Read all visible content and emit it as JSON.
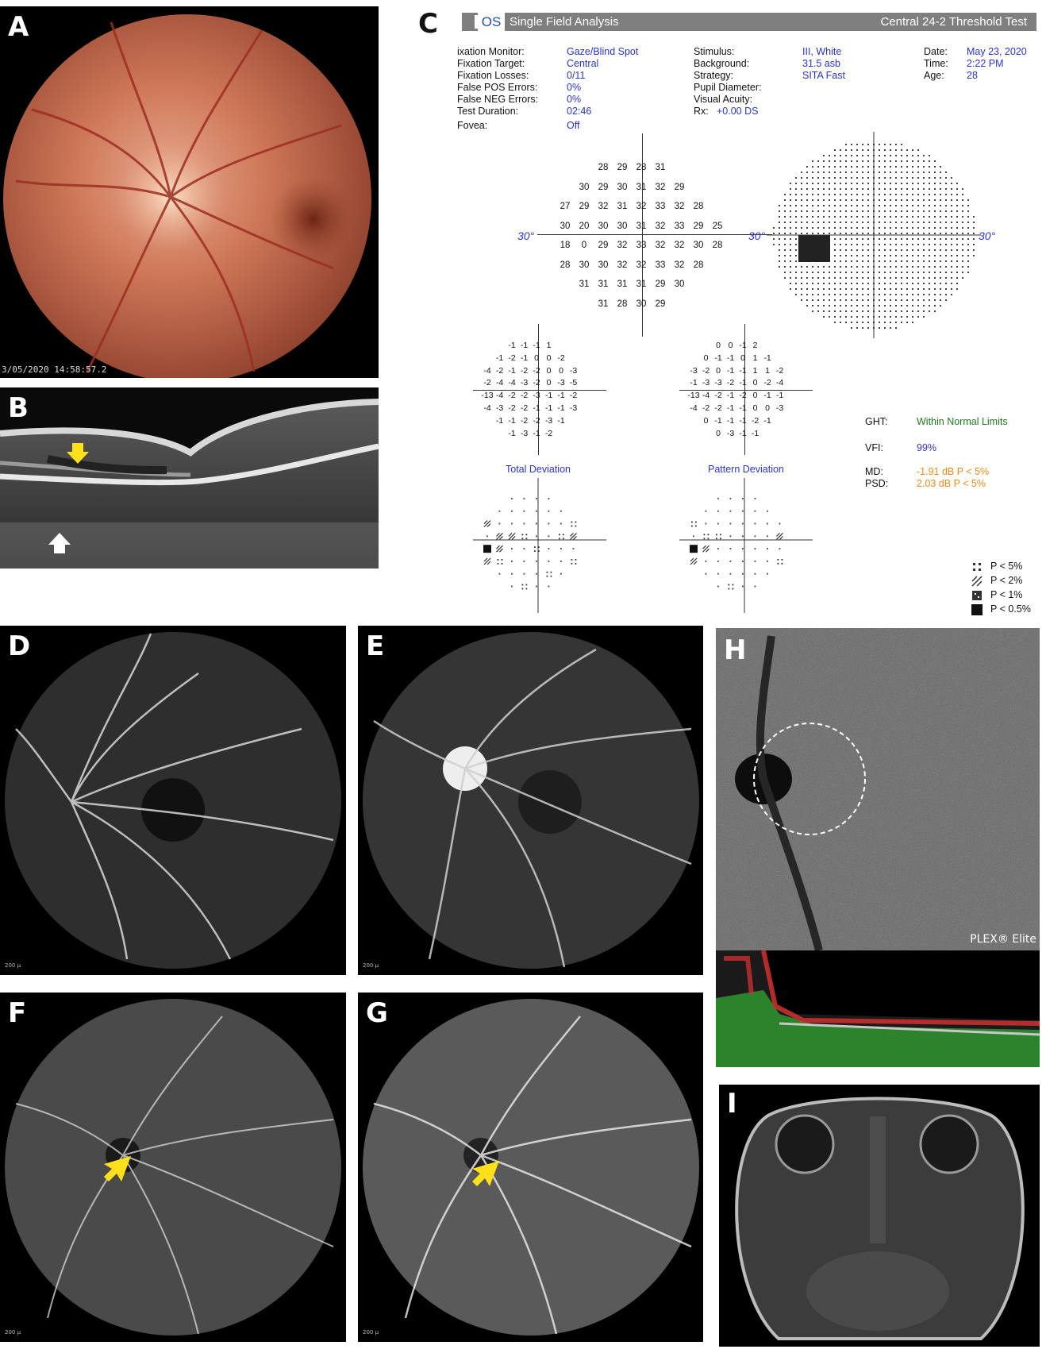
{
  "panels": {
    "a": {
      "label": "A",
      "timestamp": "3/05/2020  14:58:57.2"
    },
    "b": {
      "label": "B"
    },
    "c": {
      "label": "C"
    },
    "d": {
      "label": "D",
      "scale": "200 µ"
    },
    "e": {
      "label": "E",
      "scale": "200 µ"
    },
    "f": {
      "label": "F",
      "scale": "200 µ"
    },
    "g": {
      "label": "G",
      "scale": "200 µ"
    },
    "h": {
      "label": "H",
      "device": "PLEX® Elite"
    },
    "i": {
      "label": "I"
    }
  },
  "visual_field": {
    "eye": "OS",
    "analysis": "Single Field Analysis",
    "test": "Central 24-2 Threshold Test",
    "left_labels": [
      "ixation Monitor:",
      "Fixation Target:",
      "Fixation Losses:",
      "False POS Errors:",
      "False NEG Errors:",
      "Test Duration:"
    ],
    "left_values": [
      "Gaze/Blind Spot",
      "Central",
      "0/11",
      "0%",
      "0%",
      "02:46"
    ],
    "fovea_label": "Fovea:",
    "fovea_value": "Off",
    "mid_labels": [
      "Stimulus:",
      "Background:",
      "Strategy:",
      "Pupil Diameter:",
      "Visual Acuity:",
      "Rx:"
    ],
    "mid_values": [
      "III, White",
      "31.5 asb",
      "SITA Fast",
      "",
      "",
      "+0.00 DS"
    ],
    "right_labels": [
      "Date:",
      "Time:",
      "Age:"
    ],
    "right_values": [
      "May 23, 2020",
      "2:22 PM",
      "28"
    ],
    "axis_degree": "30°",
    "threshold_rows": [
      [
        "28",
        "29",
        "28",
        "31"
      ],
      [
        "30",
        "29",
        "30",
        "31",
        "32",
        "29"
      ],
      [
        "27",
        "29",
        "32",
        "31",
        "32",
        "33",
        "32",
        "28"
      ],
      [
        "30",
        "20",
        "30",
        "30",
        "31",
        "32",
        "33",
        "29",
        "25"
      ],
      [
        "18",
        "0",
        "29",
        "32",
        "33",
        "32",
        "32",
        "30",
        "28"
      ],
      [
        "28",
        "30",
        "30",
        "32",
        "32",
        "33",
        "32",
        "28"
      ],
      [
        "31",
        "31",
        "31",
        "31",
        "29",
        "30"
      ],
      [
        "31",
        "28",
        "30",
        "29"
      ]
    ],
    "total_deviation_rows": [
      [
        "-1",
        "-1",
        "-1",
        "1"
      ],
      [
        "-1",
        "-2",
        "-1",
        "0",
        "0",
        "-2"
      ],
      [
        "-4",
        "-2",
        "-1",
        "-2",
        "-2",
        "0",
        "0",
        "-3"
      ],
      [
        "-2",
        "-4",
        "-4",
        "-3",
        "-2",
        "0",
        "-3",
        "-5"
      ],
      [
        "-13",
        "-4",
        "-2",
        "-2",
        "-3",
        "-1",
        "-1",
        "-2"
      ],
      [
        "-4",
        "-3",
        "-2",
        "-2",
        "-1",
        "-1",
        "-1",
        "-3"
      ],
      [
        "-1",
        "-1",
        "-2",
        "-2",
        "-3",
        "-1"
      ],
      [
        "-1",
        "-3",
        "-1",
        "-2"
      ]
    ],
    "pattern_deviation_rows": [
      [
        "0",
        "0",
        "-1",
        "2"
      ],
      [
        "0",
        "-1",
        "-1",
        "0",
        "1",
        "-1"
      ],
      [
        "-3",
        "-2",
        "0",
        "-1",
        "-1",
        "1",
        "1",
        "-2"
      ],
      [
        "-1",
        "-3",
        "-3",
        "-2",
        "-1",
        "0",
        "-2",
        "-4"
      ],
      [
        "-13",
        "-4",
        "-2",
        "-1",
        "-2",
        "0",
        "-1",
        "-1"
      ],
      [
        "-4",
        "-2",
        "-2",
        "-1",
        "-1",
        "0",
        "0",
        "-3"
      ],
      [
        "0",
        "-1",
        "-1",
        "-1",
        "-2",
        "-1"
      ],
      [
        "0",
        "-3",
        "-1",
        "-1"
      ]
    ],
    "total_deviation_title": "Total Deviation",
    "pattern_deviation_title": "Pattern Deviation",
    "ght_label": "GHT:",
    "ght_value": "Within Normal Limits",
    "vfi_label": "VFI:",
    "vfi_value": "99%",
    "md_label": "MD:",
    "md_value": "-1.91 dB P < 5%",
    "psd_label": "PSD:",
    "psd_value": "2.03 dB P < 5%",
    "legend": [
      "P < 5%",
      "P < 2%",
      "P < 1%",
      "P < 0.5%"
    ],
    "colors": {
      "blue": "#2a33d6",
      "green": "#1b7a1b",
      "orange": "#f08a1a",
      "header": "#7f7f7f"
    }
  }
}
